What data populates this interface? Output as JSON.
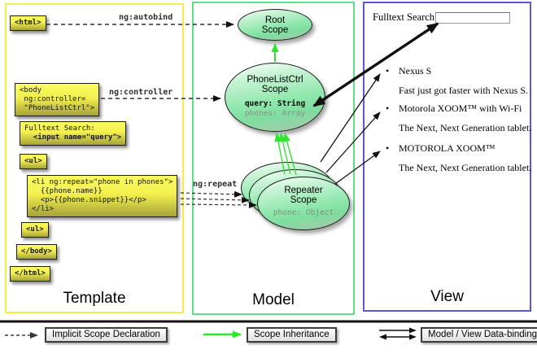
{
  "panels": {
    "template": "Template",
    "model": "Model",
    "view": "View"
  },
  "code_boxes": {
    "html_open": "<html>",
    "body_open": "<body\n ng:controller=\n \"PhoneListCtrl\">",
    "fulltext_label": "Fulltext Search:",
    "fulltext_input": "  <input name=\"query\">",
    "ul_open": "<ul>",
    "li_repeat": "<li ng:repeat=\"phone in phones\">\n  {{phone.name}}\n  <p>{{phone.snippet}}</p>\n</li>",
    "ul_open_2": "<ul>",
    "body_close": "</body>",
    "html_close": "</html>"
  },
  "directive_labels": {
    "autobind": "ng:autobind",
    "controller": "ng:controller",
    "repeat": "ng:repeat"
  },
  "scopes": {
    "root": {
      "line1": "Root",
      "line2": "Scope"
    },
    "phone_list_ctrl": {
      "line1": "PhoneListCtrl",
      "line2": "Scope",
      "prop_query": "query: String",
      "prop_phones": "phones: Array"
    },
    "repeater": {
      "line1": "Repeater",
      "line2": "Scope",
      "prop_phone": "phone: Object"
    }
  },
  "view": {
    "search_label": "Fulltext Search:",
    "search_value": "",
    "bullet": "•",
    "items": [
      {
        "name": "Nexus S",
        "snippet": "Fast just got faster with Nexus S."
      },
      {
        "name": "Motorola XOOM™ with Wi-Fi",
        "snippet": "The Next, Next Generation tablet."
      },
      {
        "name": "MOTOROLA XOOM™",
        "snippet": "The Next, Next Generation tablet."
      }
    ]
  },
  "legend": {
    "implicit": "Implicit Scope Declaration",
    "inheritance": "Scope Inheritance",
    "databinding": "Model / View Data-binding"
  },
  "colors": {
    "template_border": "#f3ef44",
    "model_border": "#5ce08c",
    "view_border": "#5d55d8",
    "code_box_yellow": "#f2ef4e",
    "scope_green": "#8fe7ac",
    "inheritance_arrow_green": "#2de52d",
    "arrow_black": "#111111"
  }
}
